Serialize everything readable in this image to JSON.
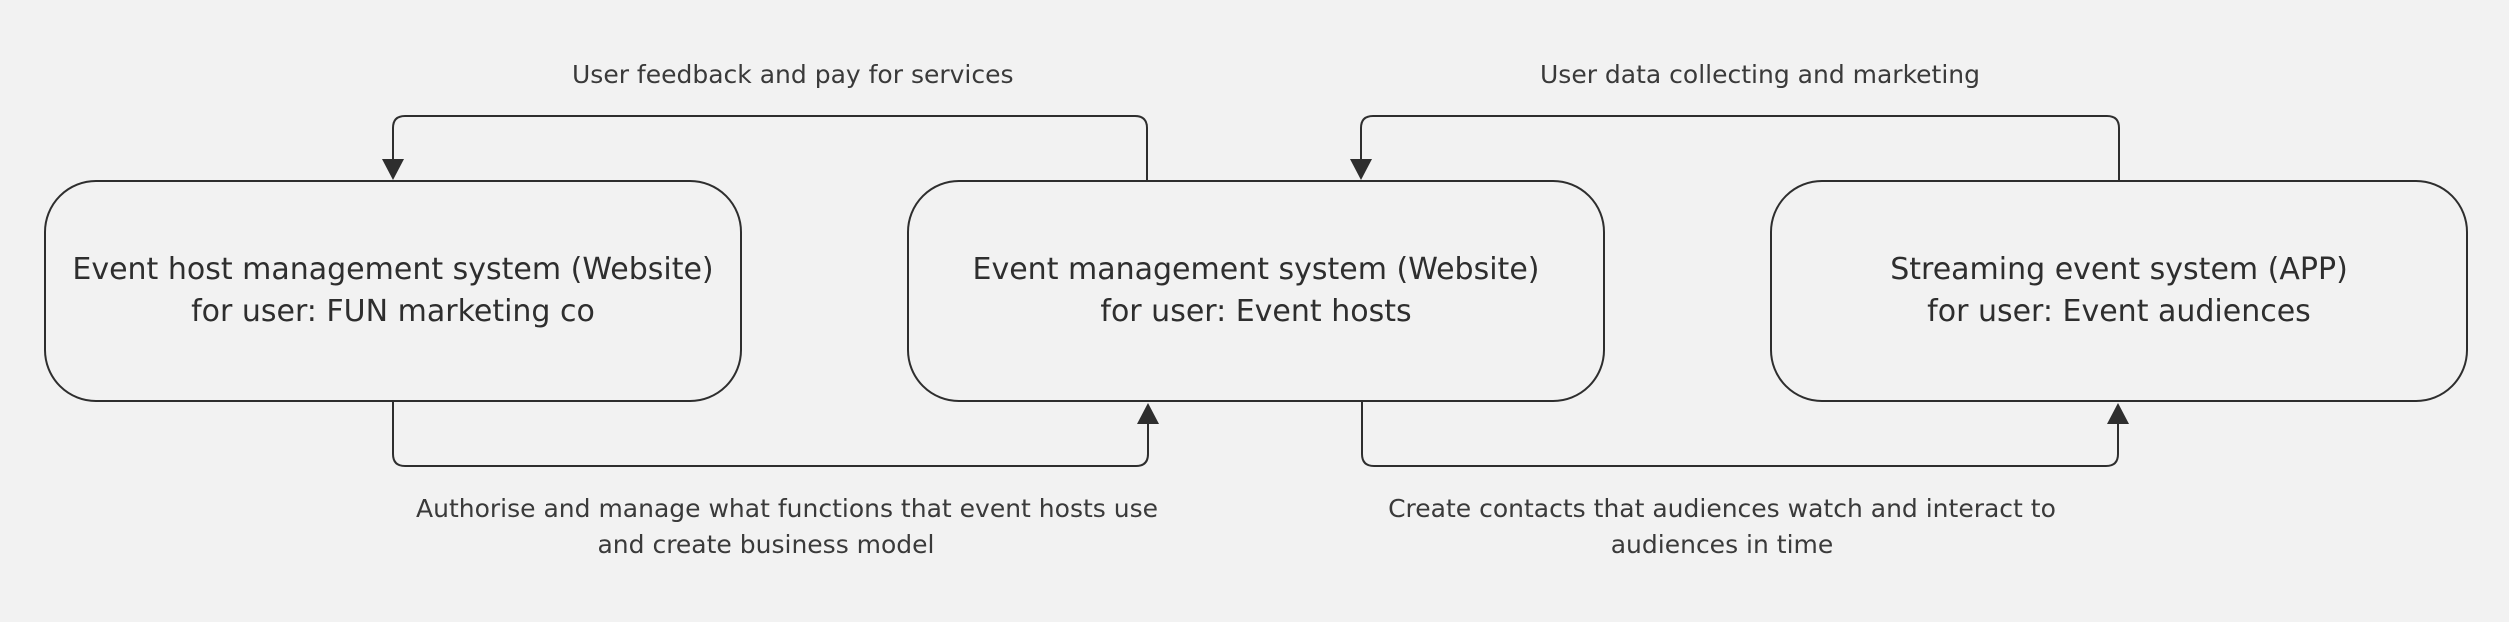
{
  "nodes": [
    {
      "line1": "Event host management system (Website)",
      "line2": "for user: FUN marketing co"
    },
    {
      "line1": "Event management system (Website)",
      "line2": "for user: Event hosts"
    },
    {
      "line1": "Streaming event system (APP)",
      "line2": "for user: Event audiences"
    }
  ],
  "edges": {
    "top_left": {
      "label": "User feedback and pay for services"
    },
    "top_right": {
      "label": "User data collecting and marketing"
    },
    "bottom_left": {
      "line1": "Authorise and manage what functions that event hosts use",
      "line2": "and create business model"
    },
    "bottom_right": {
      "line1": "Create contacts that audiences watch and interact to",
      "line2": "audiences in time"
    }
  },
  "colors": {
    "background": "#f2f2f2",
    "stroke": "#2e2e2e",
    "text": "#2e2e2e"
  }
}
